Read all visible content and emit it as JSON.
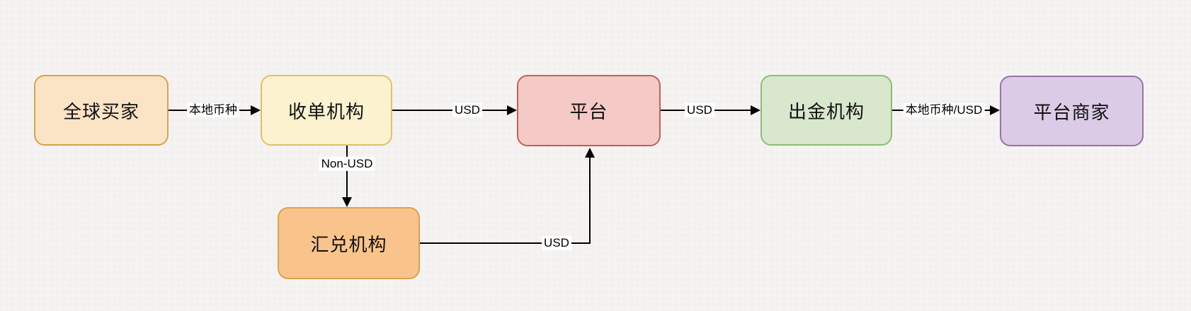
{
  "diagram": {
    "background": "#f5f4f2",
    "line_color": "#000000",
    "nodes": [
      {
        "id": "global-buyers",
        "label": "全球买家",
        "fill": "#fbe3c6",
        "stroke": "#d9a24b"
      },
      {
        "id": "acquirer",
        "label": "收单机构",
        "fill": "#fdf2cf",
        "stroke": "#ddc16c"
      },
      {
        "id": "platform",
        "label": "平台",
        "fill": "#f5c9c5",
        "stroke": "#c2605a"
      },
      {
        "id": "payout",
        "label": "出金机构",
        "fill": "#d9e7cc",
        "stroke": "#90bb76"
      },
      {
        "id": "merchants",
        "label": "平台商家",
        "fill": "#dccbe6",
        "stroke": "#9672a8"
      },
      {
        "id": "exchange",
        "label": "汇兑机构",
        "fill": "#f9c48c",
        "stroke": "#d9a24b"
      }
    ],
    "edges": [
      {
        "from": "global-buyers",
        "to": "acquirer",
        "label": "本地币种"
      },
      {
        "from": "acquirer",
        "to": "platform",
        "label": "USD"
      },
      {
        "from": "platform",
        "to": "payout",
        "label": "USD"
      },
      {
        "from": "payout",
        "to": "merchants",
        "label": "本地币种/USD"
      },
      {
        "from": "acquirer",
        "to": "exchange",
        "label": "Non-USD"
      },
      {
        "from": "exchange",
        "to": "platform",
        "label": "USD"
      }
    ]
  }
}
